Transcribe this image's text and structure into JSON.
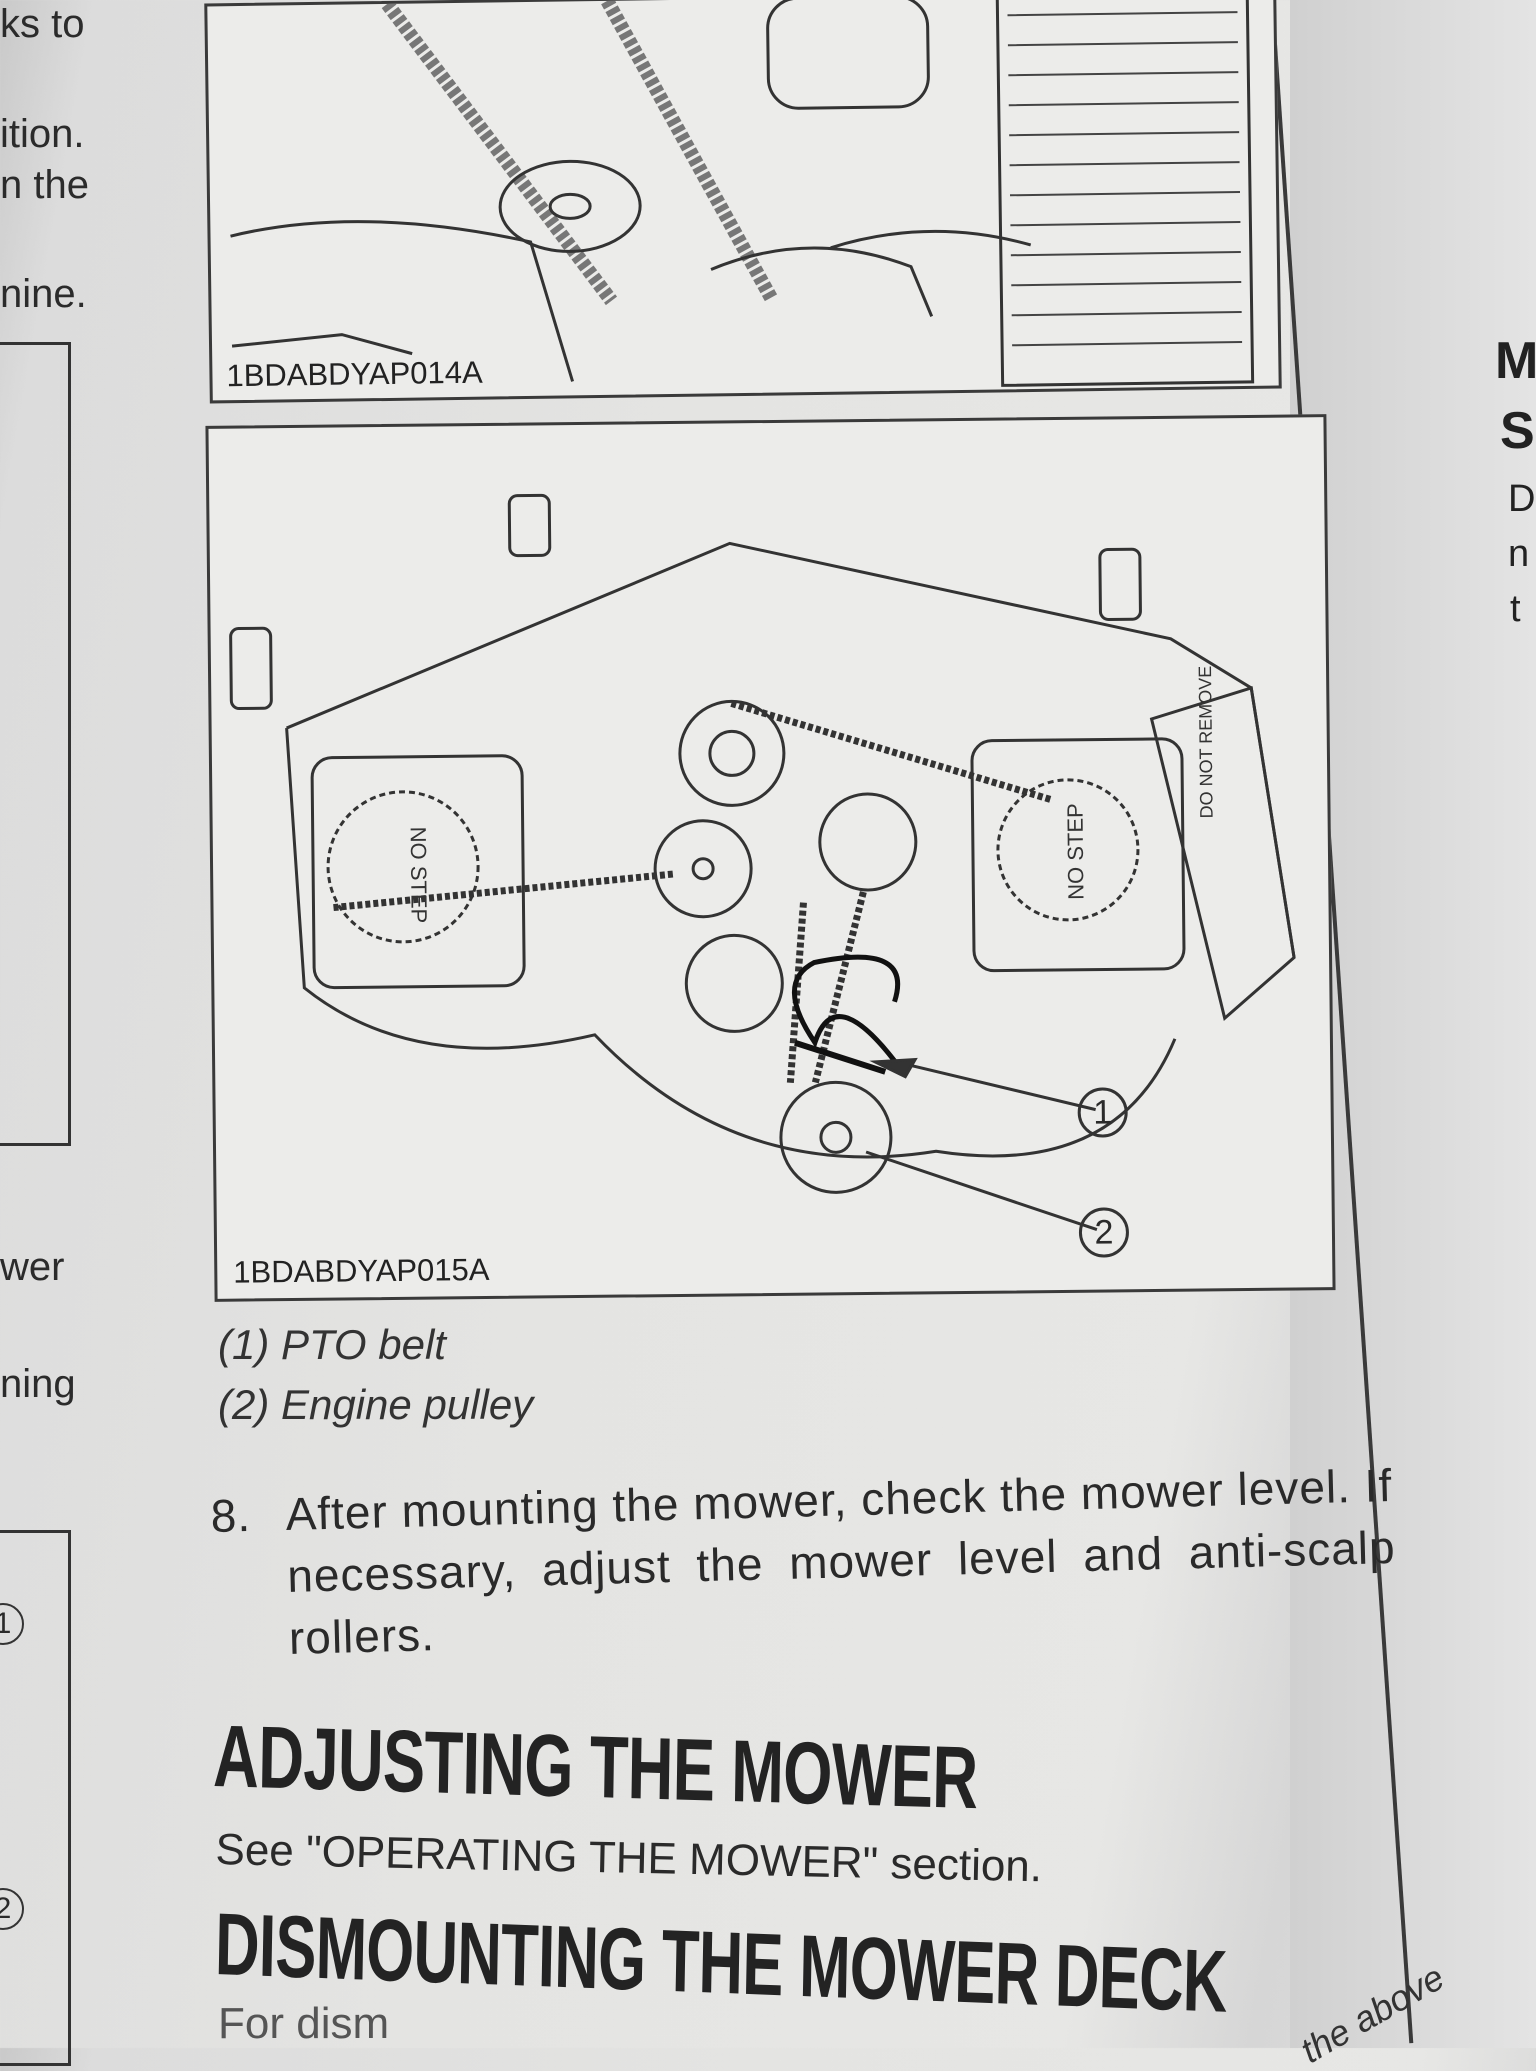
{
  "left_column": {
    "fragments": [
      "ks to",
      "ition.",
      "n the",
      "nine.",
      "wer",
      "ning"
    ],
    "callouts": [
      "1",
      "2"
    ]
  },
  "figures": [
    {
      "label": "1BDABDYAP014A"
    },
    {
      "label": "1BDABDYAP015A",
      "decals": [
        "NO STEP",
        "NO STEP",
        "DO NOT REMOVE"
      ],
      "callouts": [
        "1",
        "2"
      ]
    }
  ],
  "captions": [
    "(1) PTO belt",
    "(2) Engine pulley"
  ],
  "step8": {
    "number": "8.",
    "lines": [
      "After mounting the mower, check the mower level. If",
      "necessary, adjust the mower level and anti-scalp",
      "rollers."
    ]
  },
  "sections": [
    {
      "heading": "ADJUSTING THE MOWER",
      "body": "See \"OPERATING THE MOWER\" section."
    },
    {
      "heading": "DISMOUNTING THE MOWER DECK",
      "body": "For dism",
      "side_text": "the above"
    }
  ],
  "right_page": {
    "fragments": [
      "M",
      "S",
      "D",
      "n",
      "t"
    ]
  }
}
